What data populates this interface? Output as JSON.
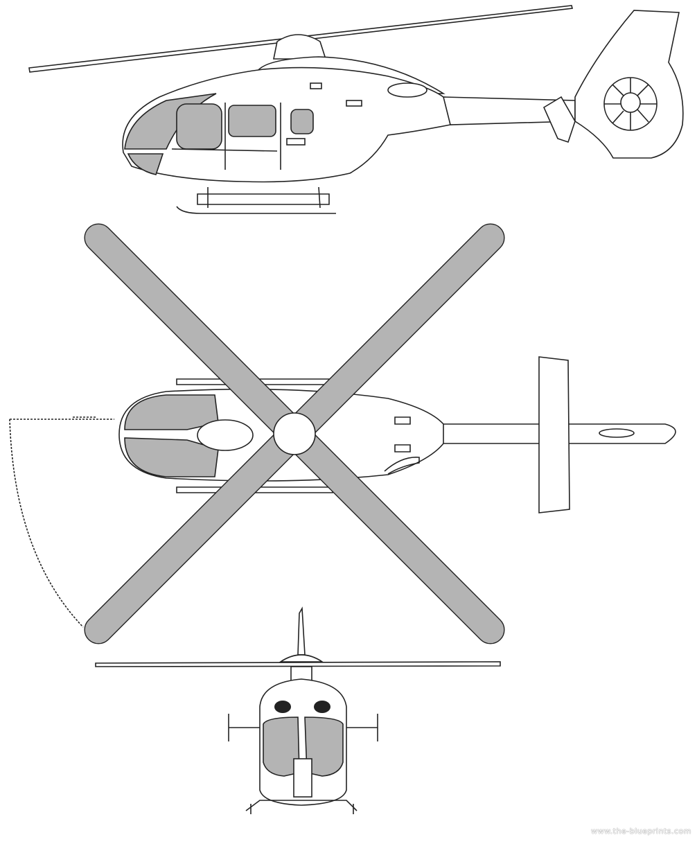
{
  "views": [
    "side-view",
    "top-view",
    "front-view"
  ],
  "colors": {
    "line": "#222222",
    "glass_and_blades": "#b4b4b4",
    "background": "#ffffff"
  },
  "watermark": "www.the-blueprints.com"
}
